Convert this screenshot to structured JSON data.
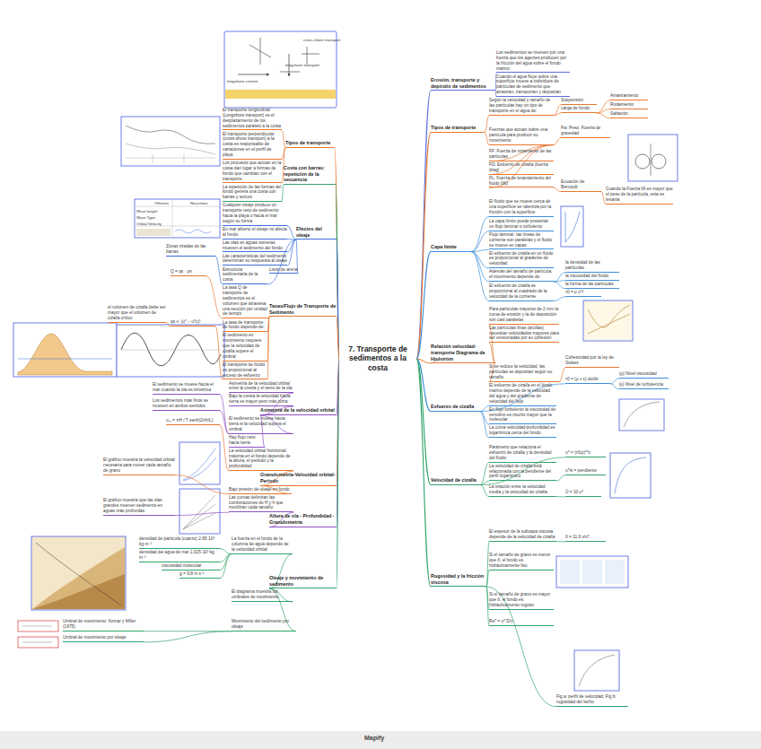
{
  "diagram": {
    "nodes": [
      {
        "text": [
          "7. Transporte de sedimentos a la costa"
        ]
      },
      {
        "text": [
          "Erosión, transporte y depósito de sedimentos"
        ]
      },
      {
        "text": [
          "Los sedimentos se mueven por una fuerza que los agentes producen por la fricción del agua sobre el fondo marino"
        ]
      },
      {
        "text": [
          "Cuando el agua fluye sobre una superficie mueve a individuos de partículas de sedimento que arrastran, transportan y depositan"
        ]
      },
      {
        "text": [
          "Tipos de transporte"
        ]
      },
      {
        "text": [
          "Según la velocidad y tamaño de las partículas hay un tipo de transporte en el agua de:"
        ]
      },
      {
        "text": [
          "Suspensión"
        ]
      },
      {
        "text": [
          "carga de fondo"
        ]
      },
      {
        "text": [
          "Arrastramiento"
        ]
      },
      {
        "text": [
          "Rodamiento"
        ]
      },
      {
        "text": [
          "Saltación"
        ]
      },
      {
        "text": [
          "Fuerzas que actúan sobre una partícula para producir su movimiento"
        ]
      },
      {
        "text": [
          "Fw: Peso: Fuerza de gravedad"
        ]
      },
      {
        "text": [
          "FF: Fuerza de rozamiento de las partículas"
        ]
      },
      {
        "text": [
          "FD: Esfuerzo de cizalla (fuerza drag)"
        ]
      },
      {
        "text": [
          "FL: Fuerza de levantamiento del fluido (lift)"
        ]
      },
      {
        "text": [
          "Ecuación de Bernoulli"
        ]
      },
      {
        "text": [
          "Cuando la Fuerza lift es mayor que el peso de la partícula, esta se levanta"
        ]
      },
      {
        "text": [
          "Capa límite"
        ]
      },
      {
        "text": [
          "El fluido que se mueve cerca de una superficie se ralentiza por la fricción con la superficie"
        ]
      },
      {
        "text": [
          "La capa límite puede presentar un flujo laminar o turbulento"
        ]
      },
      {
        "text": [
          "Flujo laminar: las líneas de corriente son paralelas y el fluido se mueve en capas"
        ]
      },
      {
        "text": [
          "El esfuerzo de cizalla en un fluido es proporcional al gradiente de velocidad"
        ]
      },
      {
        "text": [
          "Además del tamaño de partícula, el movimiento depende de:"
        ]
      },
      {
        "text": [
          "la densidad de las partículas"
        ]
      },
      {
        "text": [
          "la viscosidad del fluido"
        ]
      },
      {
        "text": [
          "la forma de las partículas"
        ]
      },
      {
        "text": [
          "El esfuerzo de cizalla es proporcional al cuadrado de la velocidad de la corriente"
        ]
      },
      {
        "text": [
          "τ0 = ρ u*²"
        ]
      },
      {
        "text": [
          "Relación velocidad-transporte Diagrama de Hjulström"
        ]
      },
      {
        "text": [
          "Para partículas mayores de 2 mm la curva de erosión y la de deposición son casi paralelas"
        ]
      },
      {
        "text": [
          "Las partículas finas (arcillas) necesitan velocidades mayores para ser erosionadas por su cohesión"
        ]
      },
      {
        "text": [
          "Si se reduce la velocidad, las partículas se depositan según su tamaño"
        ]
      },
      {
        "text": [
          "Cohesividad por la ley de Stokes"
        ]
      },
      {
        "text": [
          "Esfuerzo de cizalla"
        ]
      },
      {
        "text": [
          "El esfuerzo de cizalla en el fondo marino depende de la velocidad del agua y del gradiente de velocidad del flujo"
        ]
      },
      {
        "text": [
          "τ0 = (μ + ε) du/dz"
        ]
      },
      {
        "text": [
          "(μ) Nivel viscosidad"
        ]
      },
      {
        "text": [
          "(ε) Nivel de turbulencia"
        ]
      },
      {
        "text": [
          "En flujo turbulento la viscosidad de remolino es mucho mayor que la molecular"
        ]
      },
      {
        "text": [
          "La curva velocidad-profundidad es logarítmica cerca del fondo"
        ]
      },
      {
        "text": [
          "Velocidad de cizalla"
        ]
      },
      {
        "text": [
          "Parámetro que relaciona el esfuerzo de cizalla y la densidad del fluido"
        ]
      },
      {
        "text": [
          "u* = (τ0/ρ)^½"
        ]
      },
      {
        "text": [
          "La velocidad de cizalla está relacionada con la pendiente del perfil logarítmico"
        ]
      },
      {
        "text": [
          "u*/κ = pendiente"
        ]
      },
      {
        "text": [
          "La relación entre la velocidad media y la velocidad de cizalla"
        ]
      },
      {
        "text": [
          "Ū = 10 u*"
        ]
      },
      {
        "text": [
          "Rugosidad y la fricción viscosa"
        ]
      },
      {
        "text": [
          "El espesor de la subcapa viscosa depende de la velocidad de cizalla"
        ]
      },
      {
        "text": [
          "δ = 11.6 ν/u*"
        ]
      },
      {
        "text": [
          "Si el tamaño de grano es menor que δ, el fondo es hidráulicamente liso"
        ]
      },
      {
        "text": [
          "Si el tamaño de grano es mayor que δ, el fondo es hidráulicamente rugoso"
        ]
      },
      {
        "text": [
          "Re* = u* D/ν"
        ]
      },
      {
        "text": [
          "Fig a: perfil de velocidad; Fig b: rugosidad del lecho"
        ]
      },
      {
        "text": [
          "Tipos de transporte"
        ]
      },
      {
        "text": [
          "El transporte longitudinal (Longshore transport) es el desplazamiento de los sedimentos paralelo a la costa"
        ]
      },
      {
        "text": [
          "El transporte perpendicular (cross-shore transport) a la costa es responsable de variaciones en el perfil de playa"
        ]
      },
      {
        "text": [
          "Los procesos que actúan en la costa dan lugar a formas de fondo que cambian con el transporte"
        ]
      },
      {
        "text": [
          "Costa con barras: repetición de la secuencia"
        ]
      },
      {
        "text": [
          "La repetición de las formas del fondo genera una costa con barras y surcos"
        ]
      },
      {
        "text": [
          "Efectos del oleaje"
        ]
      },
      {
        "text": [
          "Cualquier oleaje produce un transporte neto de sedimento hacia la playa o hacia el mar según su forma"
        ]
      },
      {
        "text": [
          "En mar abierto el oleaje no afecta al fondo"
        ]
      },
      {
        "text": [
          "Las olas en aguas someras mueven el sedimento del fondo"
        ]
      },
      {
        "text": [
          "Las características del sedimento determinan su respuesta al oleaje"
        ]
      },
      {
        "text": [
          "Lisos de arena"
        ]
      },
      {
        "text": [
          "Zonas rizadas de las barras"
        ]
      },
      {
        "text": [
          "Estructura sedimentaria de la costa"
        ]
      },
      {
        "text": [
          "Tasas/Flujo de Transporte de Sedimento"
        ]
      },
      {
        "text": [
          "La tasa Q de transporte de sedimentos es el volumen que atraviesa una sección por unidad de tiempo"
        ]
      },
      {
        "text": [
          "Q = qs · ρs"
        ]
      },
      {
        "text": [
          "La tasa de transporte de fondo depende de:"
        ]
      },
      {
        "text": [
          "El sedimento en movimiento requiere que la velocidad de cizalla supere el umbral"
        ]
      },
      {
        "text": [
          "El transporte de fondo es proporcional al exceso de esfuerzo"
        ]
      },
      {
        "text": [
          "qs ∝ (u* − u*c)³"
        ]
      },
      {
        "text": [
          "el volumen de cizalla debe ser mayor que el volumen de cizalla crítico"
        ]
      },
      {
        "text": [
          "Asimetría de la velocidad orbital"
        ]
      },
      {
        "text": [
          "Asimetría de la velocidad orbital entre la cresta y el seno de la ola"
        ]
      },
      {
        "text": [
          "Bajo la cresta la velocidad hacia tierra es mayor pero más corta"
        ]
      },
      {
        "text": [
          "El sedimento se mueve hacia tierra si la velocidad supera el umbral"
        ]
      },
      {
        "text": [
          "Hay flujo neto hacia tierra"
        ]
      },
      {
        "text": [
          "El sedimento se mueve hacia el mar cuando la ola es simétrica"
        ]
      },
      {
        "text": [
          "Los sedimentos más finos se mueven en ambos sentidos"
        ]
      },
      {
        "text": [
          "Granulometría-Velocidad orbital-Periodo"
        ]
      },
      {
        "text": [
          "La velocidad orbital horizontal máxima en el fondo depende de la altura, el periodo y la profundidad"
        ]
      },
      {
        "text": [
          "uₘ = πH / T senh(2πh/L)"
        ]
      },
      {
        "text": [
          "El gráfico muestra la velocidad orbital necesaria para mover cada tamaño de grano"
        ]
      },
      {
        "text": [
          "Bajo presión de oleaje en fondo"
        ]
      },
      {
        "text": [
          "Altura de ola - Profundidad - Granulometría"
        ]
      },
      {
        "text": [
          "Las curvas delimitan las combinaciones de H y h que movilizan cada tamaño"
        ]
      },
      {
        "text": [
          "El gráfico muestra que las olas grandes mueven sedimento en aguas más profundas"
        ]
      },
      {
        "text": [
          "Oleaje y movimiento de sedimento"
        ]
      },
      {
        "text": [
          "La fuerza en el fondo de la columna de agua depende de la velocidad orbital"
        ]
      },
      {
        "text": [
          "densidad de partícula (cuarzo) 2,65·10³ kg m⁻³"
        ]
      },
      {
        "text": [
          "densidad del agua de mar 1,025·10³ kg m⁻³"
        ]
      },
      {
        "text": [
          "viscosidad molecular"
        ]
      },
      {
        "text": [
          "g = 9,8 m s⁻²"
        ]
      },
      {
        "text": [
          "El diagrama muestra los umbrales de movimiento"
        ]
      },
      {
        "text": [
          "Movimiento del sedimento por oleaje"
        ]
      },
      {
        "text": [
          "Umbral de movimiento: Komar y Miller (1975)"
        ]
      },
      {
        "text": [
          "Umbral de movimiento por oleaje"
        ]
      }
    ],
    "edges": [
      {
        "from": 0,
        "to": 1,
        "arrow": "none"
      },
      {
        "from": 0,
        "to": 4,
        "arrow": "none"
      },
      {
        "from": 0,
        "to": 18,
        "arrow": "none"
      },
      {
        "from": 0,
        "to": 29,
        "arrow": "none"
      },
      {
        "from": 0,
        "to": 34,
        "arrow": "none"
      },
      {
        "from": 0,
        "to": 41,
        "arrow": "none"
      },
      {
        "from": 0,
        "to": 48,
        "arrow": "none"
      },
      {
        "from": 0,
        "to": 55,
        "arrow": "none"
      },
      {
        "from": 0,
        "to": 59,
        "arrow": "none"
      },
      {
        "from": 0,
        "to": 61,
        "arrow": "none"
      },
      {
        "from": 0,
        "to": 69,
        "arrow": "none"
      },
      {
        "from": 0,
        "to": 77,
        "arrow": "none"
      },
      {
        "from": 0,
        "to": 84,
        "arrow": "none"
      },
      {
        "from": 0,
        "to": 89,
        "arrow": "none"
      },
      {
        "from": 0,
        "to": 92,
        "arrow": "none"
      },
      {
        "from": 1,
        "to": 2,
        "arrow": "none"
      },
      {
        "from": 1,
        "to": 3,
        "arrow": "none"
      },
      {
        "from": 4,
        "to": 5,
        "arrow": "none"
      },
      {
        "from": 4,
        "to": 11,
        "arrow": "none"
      },
      {
        "from": 5,
        "to": 6,
        "arrow": "none"
      },
      {
        "from": 5,
        "to": 7,
        "arrow": "none"
      },
      {
        "from": 7,
        "to": 8,
        "arrow": "none"
      },
      {
        "from": 7,
        "to": 9,
        "arrow": "none"
      },
      {
        "from": 7,
        "to": 10,
        "arrow": "none"
      },
      {
        "from": 11,
        "to": 12,
        "arrow": "none"
      },
      {
        "from": 11,
        "to": 13,
        "arrow": "none"
      },
      {
        "from": 11,
        "to": 14,
        "arrow": "none"
      },
      {
        "from": 11,
        "to": 15,
        "arrow": "none"
      },
      {
        "from": 15,
        "to": 16,
        "arrow": "none"
      },
      {
        "from": 16,
        "to": 17,
        "arrow": "none"
      },
      {
        "from": 18,
        "to": 19,
        "arrow": "none"
      },
      {
        "from": 18,
        "to": 20,
        "arrow": "none"
      },
      {
        "from": 18,
        "to": 21,
        "arrow": "none"
      },
      {
        "from": 18,
        "to": 22,
        "arrow": "none"
      },
      {
        "from": 18,
        "to": 23,
        "arrow": "none"
      },
      {
        "from": 18,
        "to": 27,
        "arrow": "none"
      },
      {
        "from": 23,
        "to": 24,
        "arrow": "none"
      },
      {
        "from": 23,
        "to": 25,
        "arrow": "none"
      },
      {
        "from": 23,
        "to": 26,
        "arrow": "none"
      },
      {
        "from": 27,
        "to": 28,
        "arrow": "none"
      },
      {
        "from": 29,
        "to": 30,
        "arrow": "none"
      },
      {
        "from": 29,
        "to": 31,
        "arrow": "none"
      },
      {
        "from": 29,
        "to": 32,
        "arrow": "none"
      },
      {
        "from": 32,
        "to": 33,
        "arrow": "none"
      },
      {
        "from": 34,
        "to": 35,
        "arrow": "none"
      },
      {
        "from": 34,
        "to": 36,
        "arrow": "none"
      },
      {
        "from": 34,
        "to": 39,
        "arrow": "none"
      },
      {
        "from": 34,
        "to": 40,
        "arrow": "none"
      },
      {
        "from": 36,
        "to": 37,
        "arrow": "none"
      },
      {
        "from": 36,
        "to": 38,
        "arrow": "none"
      },
      {
        "from": 41,
        "to": 42,
        "arrow": "none"
      },
      {
        "from": 41,
        "to": 43,
        "arrow": "none"
      },
      {
        "from": 41,
        "to": 44,
        "arrow": "none"
      },
      {
        "from": 41,
        "to": 46,
        "arrow": "none"
      },
      {
        "from": 44,
        "to": 45,
        "arrow": "none"
      },
      {
        "from": 46,
        "to": 47,
        "arrow": "none"
      },
      {
        "from": 48,
        "to": 49,
        "arrow": "none"
      },
      {
        "from": 48,
        "to": 51,
        "arrow": "none"
      },
      {
        "from": 48,
        "to": 52,
        "arrow": "none"
      },
      {
        "from": 48,
        "to": 53,
        "arrow": "none"
      },
      {
        "from": 48,
        "to": 54,
        "arrow": "none"
      },
      {
        "from": 49,
        "to": 50,
        "arrow": "none"
      },
      {
        "from": 55,
        "to": 56,
        "arrow": "none"
      },
      {
        "from": 55,
        "to": 57,
        "arrow": "none"
      },
      {
        "from": 55,
        "to": 58,
        "arrow": "none"
      },
      {
        "from": 59,
        "to": 60,
        "arrow": "none"
      },
      {
        "from": 61,
        "to": 62,
        "arrow": "none"
      },
      {
        "from": 61,
        "to": 63,
        "arrow": "none"
      },
      {
        "from": 61,
        "to": 64,
        "arrow": "none"
      },
      {
        "from": 61,
        "to": 65,
        "arrow": "none"
      },
      {
        "from": 61,
        "to": 66,
        "arrow": "none"
      },
      {
        "from": 61,
        "to": 68,
        "arrow": "none"
      },
      {
        "from": 68,
        "to": 67,
        "arrow": "none"
      },
      {
        "from": 69,
        "to": 70,
        "arrow": "none"
      },
      {
        "from": 69,
        "to": 72,
        "arrow": "none"
      },
      {
        "from": 69,
        "to": 73,
        "arrow": "none"
      },
      {
        "from": 69,
        "to": 74,
        "arrow": "none"
      },
      {
        "from": 70,
        "to": 71,
        "arrow": "none"
      },
      {
        "from": 74,
        "to": 75,
        "arrow": "none"
      },
      {
        "from": 75,
        "to": 76,
        "arrow": "none"
      },
      {
        "from": 77,
        "to": 78,
        "arrow": "none"
      },
      {
        "from": 77,
        "to": 79,
        "arrow": "none"
      },
      {
        "from": 77,
        "to": 80,
        "arrow": "none"
      },
      {
        "from": 77,
        "to": 81,
        "arrow": "none"
      },
      {
        "from": 80,
        "to": 82,
        "arrow": "none"
      },
      {
        "from": 80,
        "to": 83,
        "arrow": "none"
      },
      {
        "from": 84,
        "to": 85,
        "arrow": "none"
      },
      {
        "from": 84,
        "to": 88,
        "arrow": "none"
      },
      {
        "from": 85,
        "to": 86,
        "arrow": "none"
      },
      {
        "from": 88,
        "to": 87,
        "arrow": "none"
      },
      {
        "from": 89,
        "to": 90,
        "arrow": "none"
      },
      {
        "from": 90,
        "to": 91,
        "arrow": "none"
      },
      {
        "from": 92,
        "to": 93,
        "arrow": "none"
      },
      {
        "from": 92,
        "to": 98,
        "arrow": "none"
      },
      {
        "from": 92,
        "to": 99,
        "arrow": "none"
      },
      {
        "from": 93,
        "to": 94,
        "arrow": "none"
      },
      {
        "from": 93,
        "to": 95,
        "arrow": "none"
      },
      {
        "from": 93,
        "to": 96,
        "arrow": "none"
      },
      {
        "from": 93,
        "to": 97,
        "arrow": "none"
      },
      {
        "from": 99,
        "to": 100,
        "arrow": "none"
      },
      {
        "from": 99,
        "to": 101,
        "arrow": "none"
      }
    ],
    "labels": [
      "longshore current",
      "cross-shore transport",
      "longshore transport",
      "Offshore",
      "Nearshore",
      "Wave height",
      "Wave Type",
      "Orbital Velocity",
      "Mapify"
    ]
  }
}
